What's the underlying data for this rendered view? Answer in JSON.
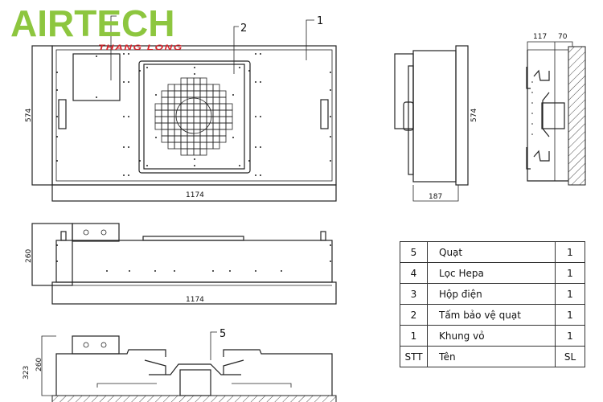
{
  "logo": {
    "brand": "AIRTECH",
    "sub": "THANG LONG",
    "brand_color": "#8dc63f",
    "sub_color": "#d9242b"
  },
  "labels": {
    "l1": "1",
    "l2": "2",
    "l5": "5"
  },
  "dimensions": {
    "front_width": "1174",
    "front_height": "574",
    "side_depth": "187",
    "side_height": "574",
    "section_a": "117",
    "section_b": "70",
    "elev_height": "260",
    "elev_width": "1174",
    "bottom_total": "323",
    "bottom_body": "260"
  },
  "parts_table": {
    "rows": [
      {
        "stt": "5",
        "name": "Quạt",
        "sl": "1"
      },
      {
        "stt": "4",
        "name": "Lọc Hepa",
        "sl": "1"
      },
      {
        "stt": "3",
        "name": "Hộp điện",
        "sl": "1"
      },
      {
        "stt": "2",
        "name": "Tấm bảo vệ quạt",
        "sl": "1"
      },
      {
        "stt": "1",
        "name": "Khung vỏ",
        "sl": "1"
      }
    ],
    "header": {
      "stt": "STT",
      "name": "Tên",
      "sl": "SL"
    }
  }
}
